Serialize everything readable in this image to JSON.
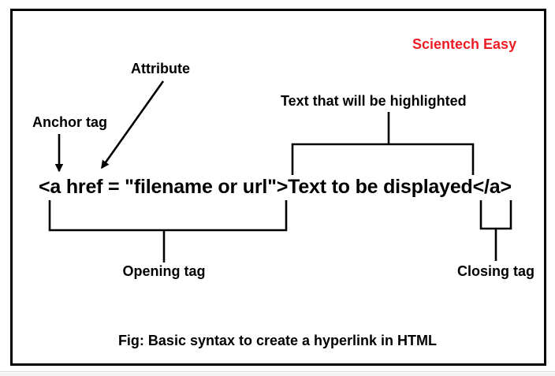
{
  "brand": {
    "label": "Scientech Easy",
    "color": "#ee1c25"
  },
  "diagram": {
    "code": "<a href = \"filename or url\">Text to be displayed</a>",
    "labels": {
      "attribute": "Attribute",
      "anchor_tag": "Anchor tag",
      "highlighted_text": "Text that will be highlighted",
      "opening_tag": "Opening tag",
      "closing_tag": "Closing tag"
    },
    "caption": "Fig: Basic syntax to create a hyperlink in HTML"
  },
  "colors": {
    "ink": "#000000",
    "background": "#ffffff",
    "brand_red": "#ee1c25"
  }
}
